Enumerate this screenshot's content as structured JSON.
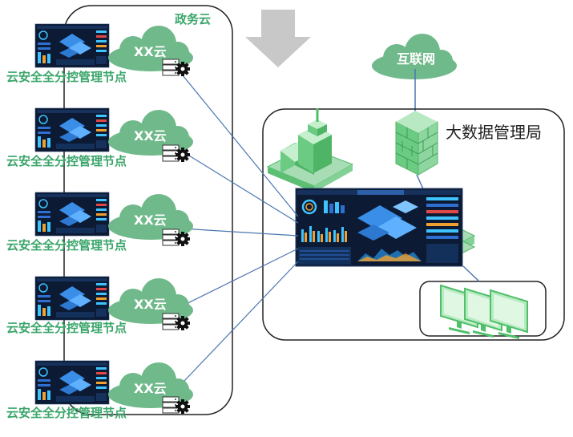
{
  "gov_cloud": {
    "title": "政务云"
  },
  "nodes": [
    {
      "cloud_label": "XX云",
      "node_label": "云安全全分控管理节点"
    },
    {
      "cloud_label": "XX云",
      "node_label": "云安全全分控管理节点"
    },
    {
      "cloud_label": "XX云",
      "node_label": "云安全全分控管理节点"
    },
    {
      "cloud_label": "XX云",
      "node_label": "云安全全分控管理节点"
    },
    {
      "cloud_label": "XX云",
      "node_label": "云安全全分控管理节点"
    }
  ],
  "internet": {
    "label": "互联网"
  },
  "bureau": {
    "label": "大数据管理局"
  },
  "colors": {
    "cloud_green": "#6fb98a",
    "label_green": "#3aa56a",
    "connector_blue": "#4a77b0",
    "screen_dark": "#0c1a33",
    "arrow_gray": "#c8c8c8"
  },
  "icons": {
    "server_gear": "server-gear-icon",
    "firewall": "firewall-icon",
    "building": "building-icon",
    "monitor": "monitor-icon",
    "arrow": "down-arrow-icon"
  }
}
